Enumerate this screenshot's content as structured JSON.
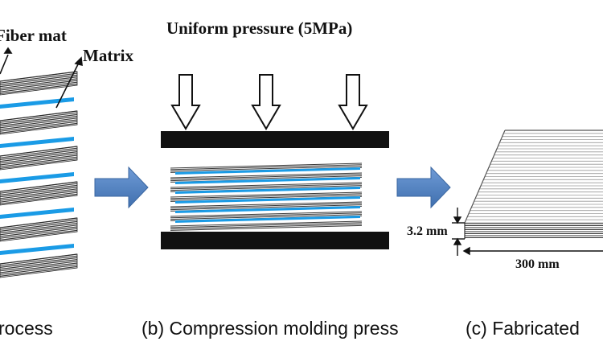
{
  "labels": {
    "fiber_mat": "Fiber mat",
    "matrix": "Matrix",
    "pressure": "Uniform pressure (5MPa)",
    "thickness": "3.2 mm",
    "width": "300 mm"
  },
  "captions": {
    "a": "rocess",
    "b": "(b) Compression molding press",
    "c": "(c) Fabricated"
  },
  "colors": {
    "fiber": "#3a3a3a",
    "matrix": "#1a9be6",
    "flow_arrow": "#4a7ebb",
    "platen": "#111111"
  }
}
